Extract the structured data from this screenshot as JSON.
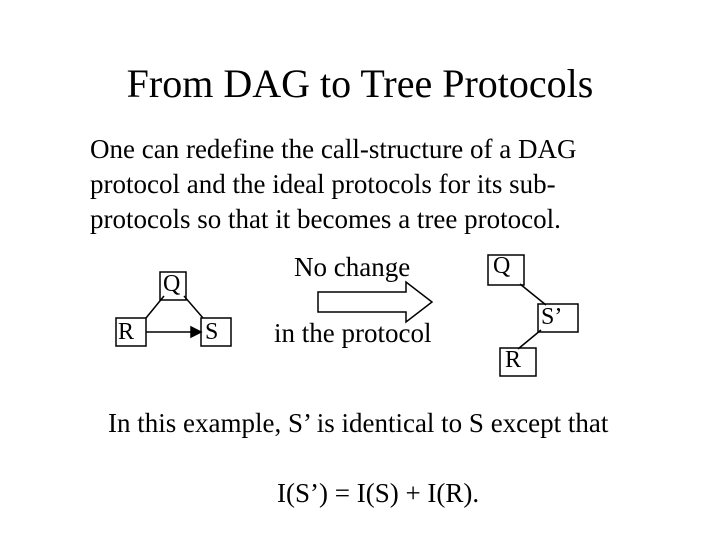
{
  "slide": {
    "title": "From DAG to Tree Protocols",
    "body": "One can redefine the call-structure of a DAG protocol and the ideal protocols for its sub-protocols so that it becomes a tree protocol."
  },
  "dag_graph": {
    "top": "Q",
    "left": "R",
    "right": "S"
  },
  "transform": {
    "label_top": "No change",
    "label_bottom": "in the protocol"
  },
  "tree_graph": {
    "top": "Q",
    "middle": "S’",
    "bottom": "R"
  },
  "footer": {
    "line1": "In this example, S’ is identical to S except that",
    "line2": "I(S’) = I(S) + I(R)."
  }
}
